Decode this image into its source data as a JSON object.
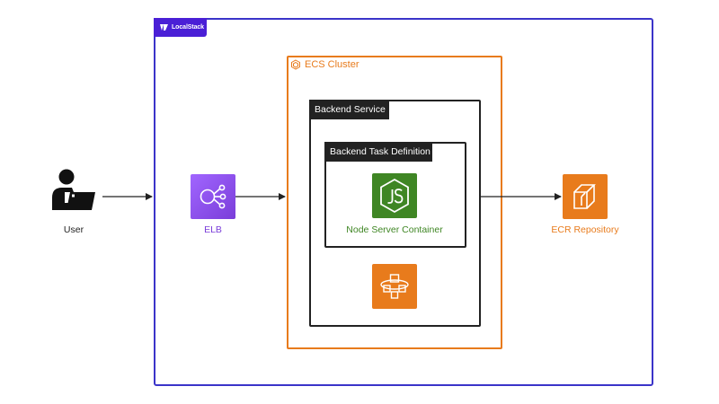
{
  "badge": {
    "text": "LocalStack"
  },
  "ecs_cluster": {
    "label": "ECS Cluster"
  },
  "backend_service": {
    "label": "Backend Service"
  },
  "task_definition": {
    "label": "Backend Task Definition"
  },
  "nodes": {
    "user": {
      "label": "User",
      "icon": "user-laptop-icon"
    },
    "elb": {
      "label": "ELB",
      "icon": "load-balancer-icon"
    },
    "node_container": {
      "label": "Node Server Container",
      "icon": "nodejs-icon"
    },
    "ecs_service": {
      "icon": "ecs-service-icon"
    },
    "ecr": {
      "label": "ECR Repository",
      "icon": "ecr-icon"
    }
  },
  "colors": {
    "localstack": "#3b34c9",
    "ecs": "#e87b1c",
    "elb": "#8c4fff",
    "node": "#3f8624",
    "text_dark": "#222222"
  }
}
